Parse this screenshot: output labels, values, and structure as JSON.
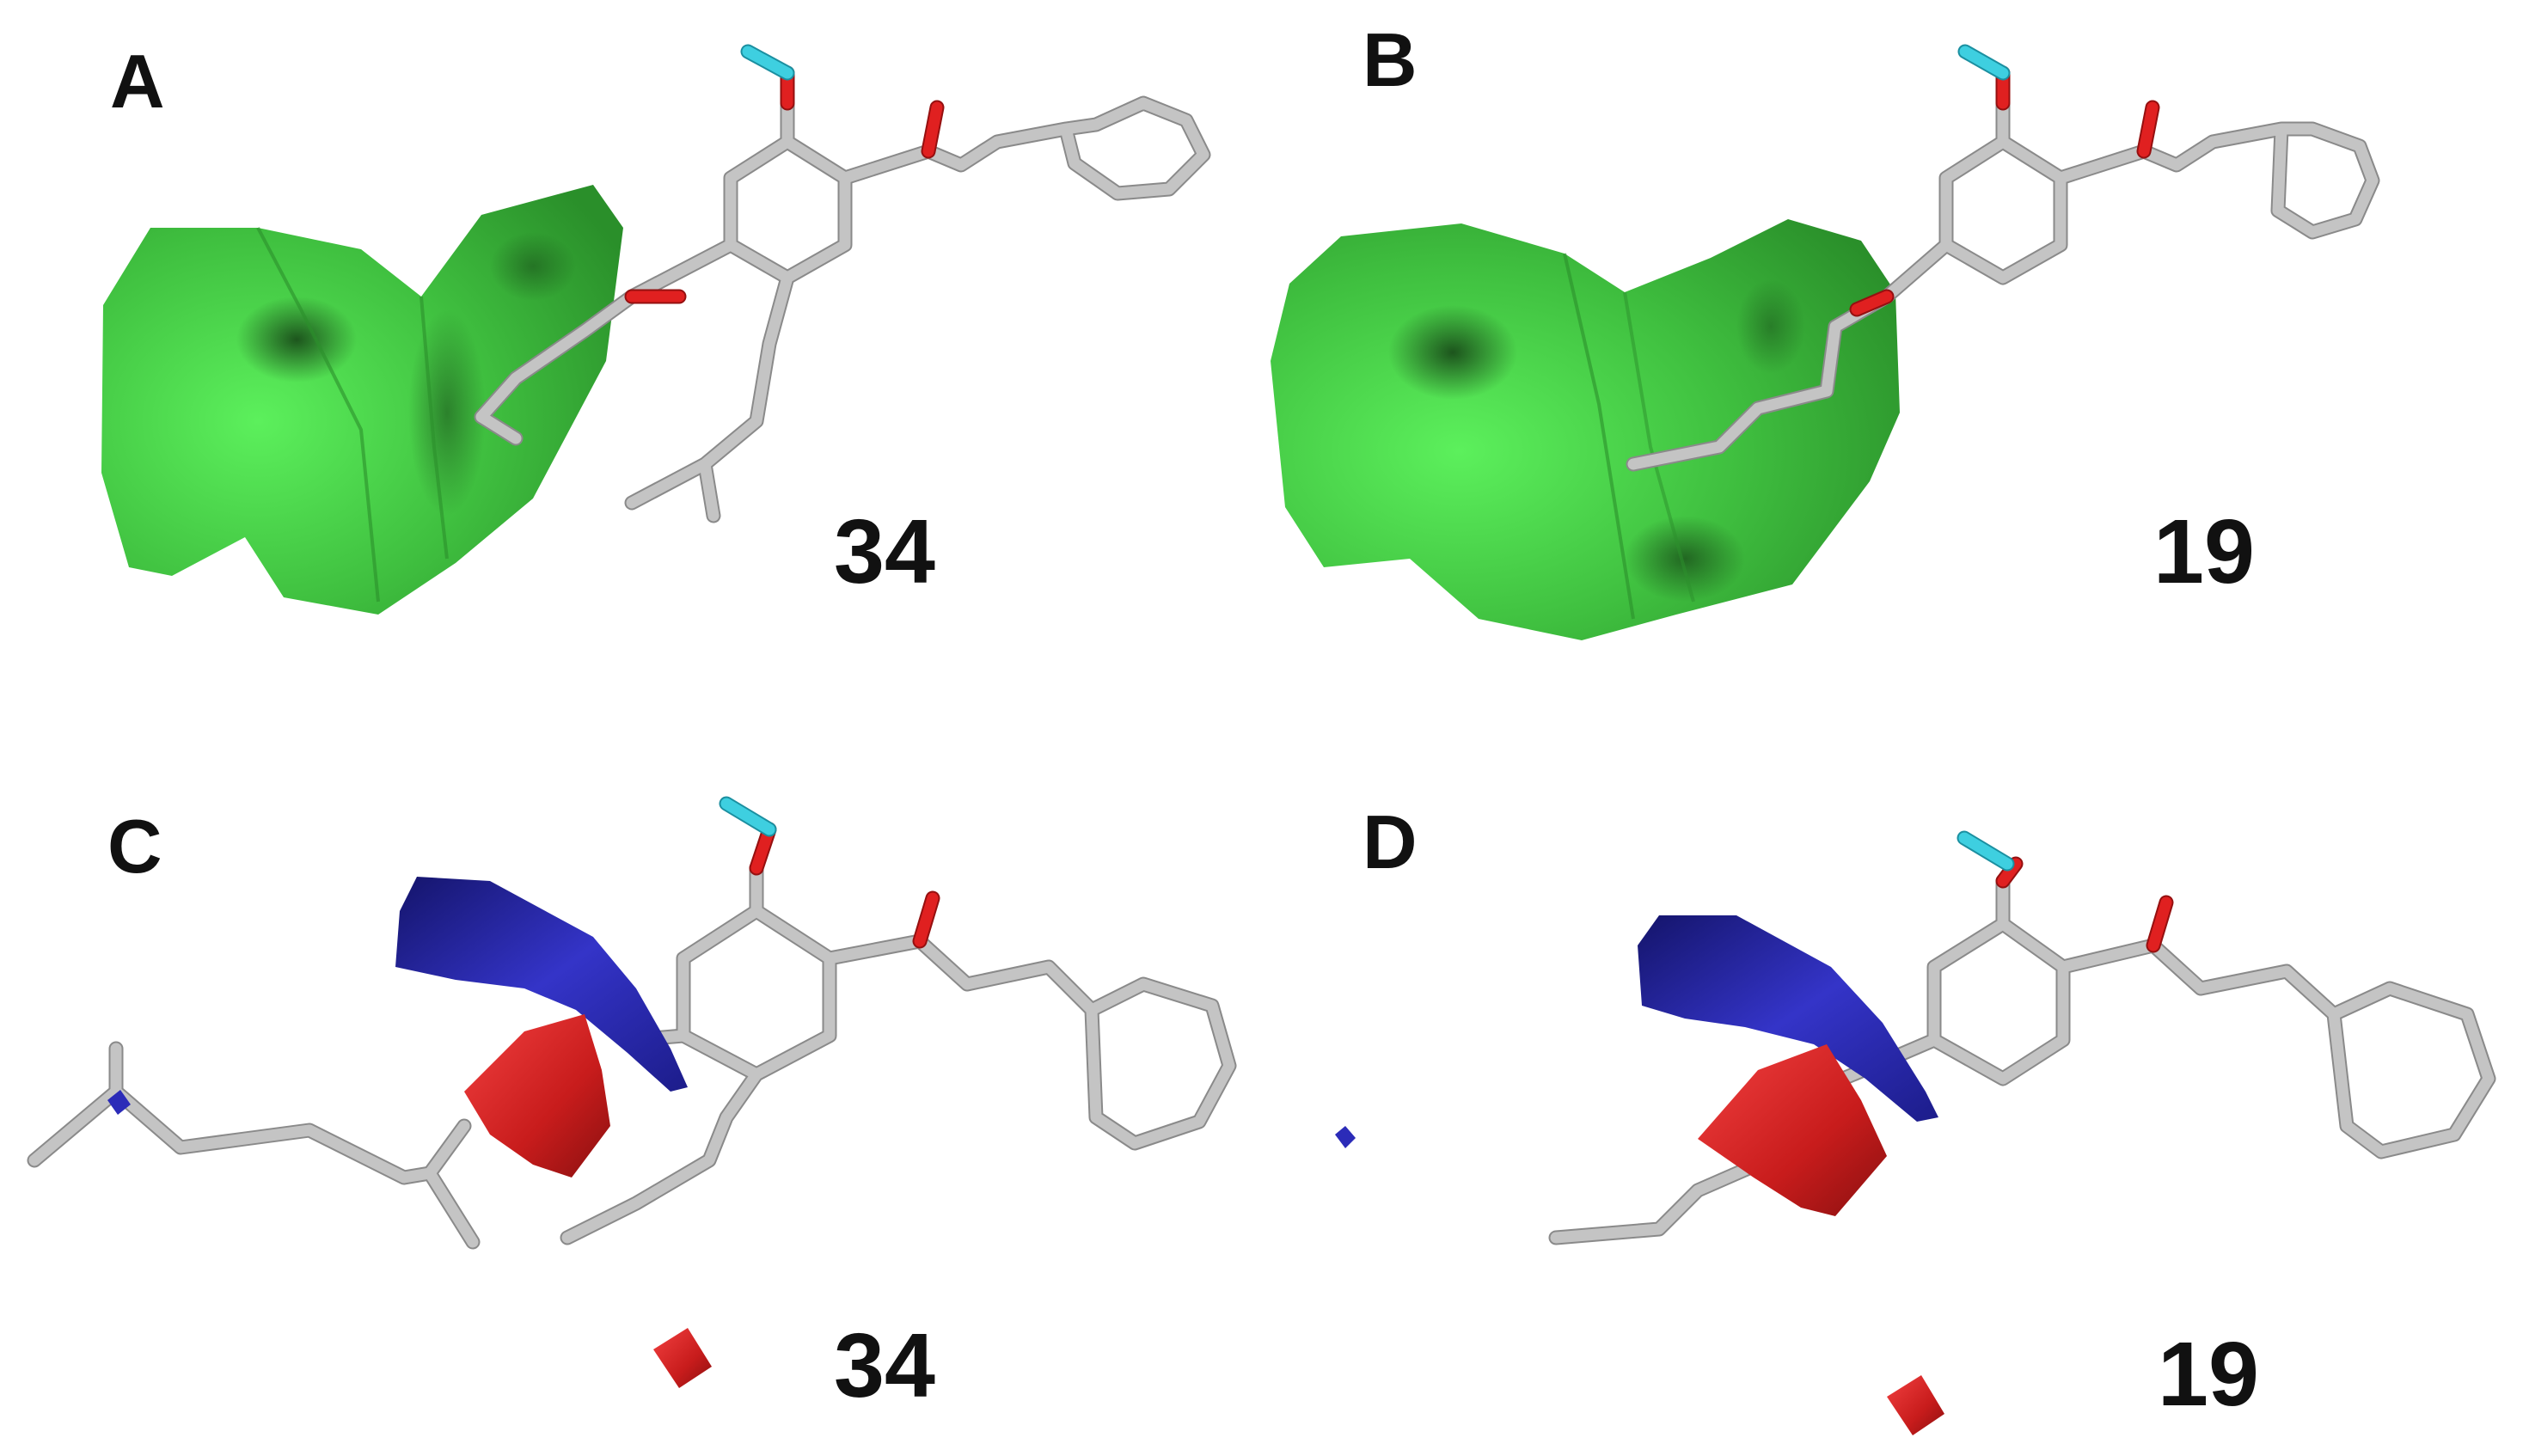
{
  "panels": [
    {
      "id": "A",
      "letter": "A",
      "compound": "34",
      "field": "steric-favorable",
      "contour_colors": [
        "#2f9e2f",
        "#5cf05c",
        "#1d5a1d"
      ]
    },
    {
      "id": "B",
      "letter": "B",
      "compound": "19",
      "field": "steric-favorable",
      "contour_colors": [
        "#2f9e2f",
        "#5cf05c",
        "#1d5a1d"
      ]
    },
    {
      "id": "C",
      "letter": "C",
      "compound": "34",
      "field": "electrostatic",
      "contour_colors": [
        "#2b2bb8",
        "#d42222"
      ]
    },
    {
      "id": "D",
      "letter": "D",
      "compound": "19",
      "field": "electrostatic",
      "contour_colors": [
        "#2b2bb8",
        "#d42222"
      ]
    }
  ],
  "colors": {
    "carbon_bond": "#c4c4c4",
    "oxygen": "#e02020",
    "hydrogen": "#3ecfe0",
    "steric_green": "#3fbf3f",
    "electropositive_blue": "#2b2bb8",
    "electronegative_red": "#d42222"
  }
}
